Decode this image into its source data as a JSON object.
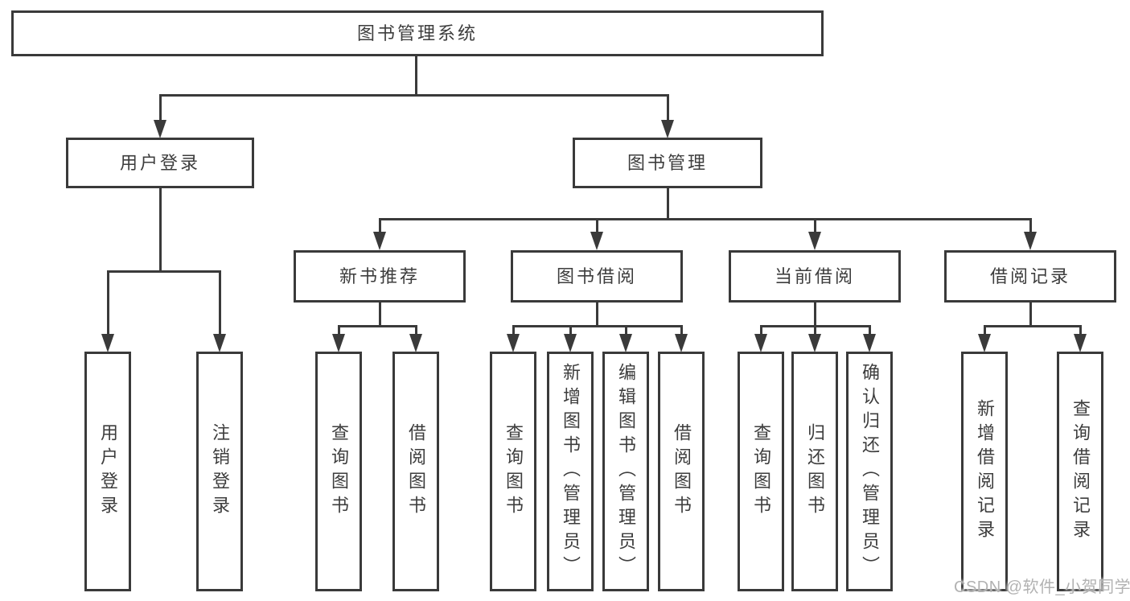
{
  "diagram": {
    "root": {
      "label": "图书管理系统"
    },
    "branches": [
      {
        "label": "用户登录",
        "children": [
          {
            "label": "用户登录"
          },
          {
            "label": "注销登录"
          }
        ]
      },
      {
        "label": "图书管理",
        "children": [
          {
            "label": "新书推荐",
            "children": [
              {
                "label": "查询图书"
              },
              {
                "label": "借阅图书"
              }
            ]
          },
          {
            "label": "图书借阅",
            "children": [
              {
                "label": "查询图书"
              },
              {
                "label": "新增图书（管理员）"
              },
              {
                "label": "编辑图书（管理员）"
              },
              {
                "label": "借阅图书"
              }
            ]
          },
          {
            "label": "当前借阅",
            "children": [
              {
                "label": "查询图书"
              },
              {
                "label": "归还图书"
              },
              {
                "label": "确认归还（管理员）"
              }
            ]
          },
          {
            "label": "借阅记录",
            "children": [
              {
                "label": "新增借阅记录"
              },
              {
                "label": "查询借阅记录"
              }
            ]
          }
        ]
      }
    ]
  },
  "watermark": {
    "text": "CSDN @软件_小贺同学"
  },
  "colors": {
    "line": "#3a3a3a",
    "text": "#3d3d3d",
    "watermark": "#b2b2b2",
    "background": "#ffffff"
  }
}
